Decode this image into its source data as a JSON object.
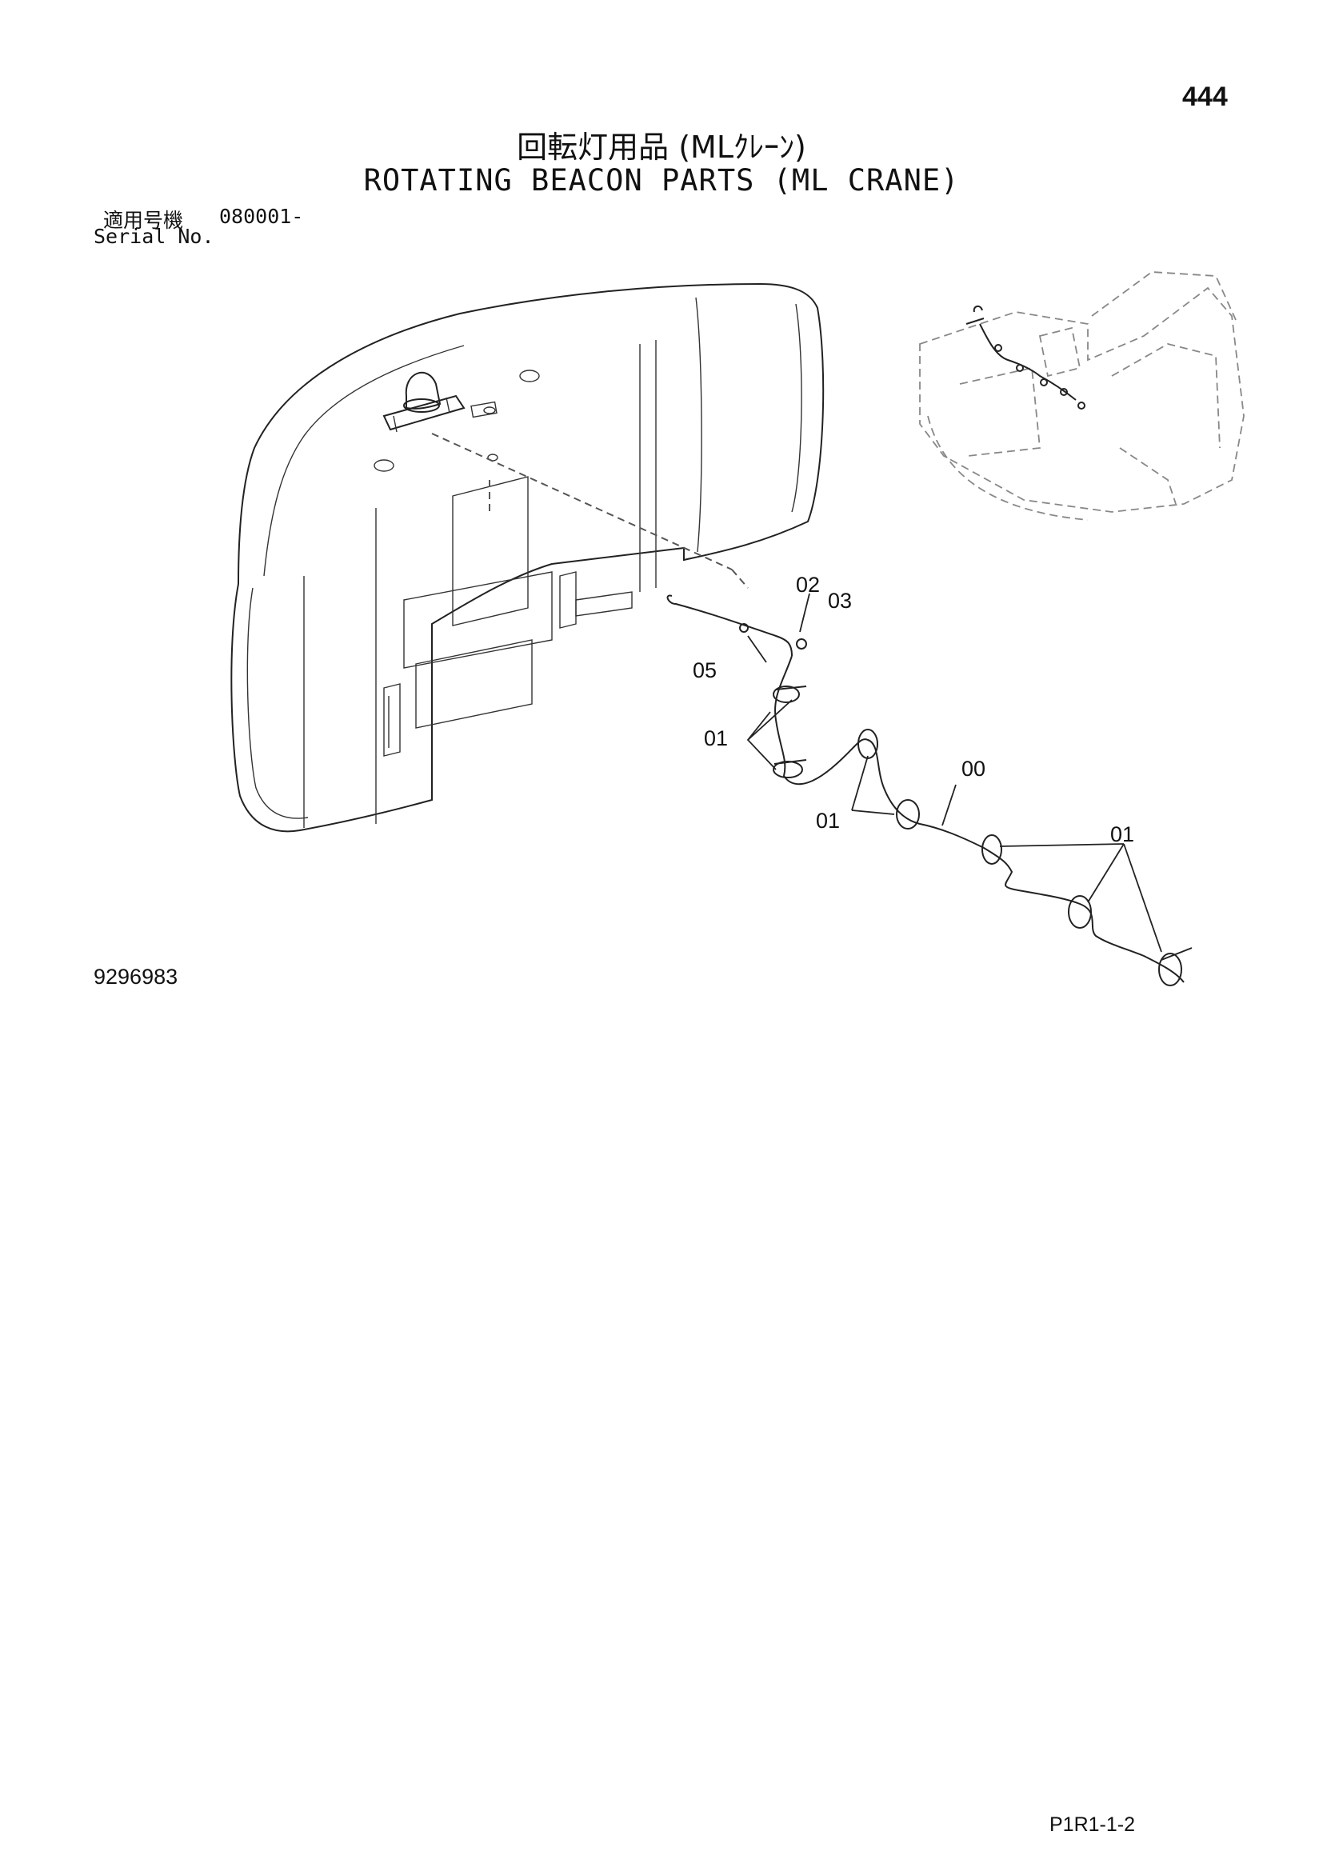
{
  "page_number": "444",
  "title_jp": "回転灯用品 (MLｸﾚｰﾝ)",
  "title_en": "ROTATING BEACON PARTS (ML CRANE)",
  "serial": {
    "label_jp": "適用号機",
    "value": "080001-",
    "label_en": "Serial No."
  },
  "drawing_number": "9296983",
  "sheet_code": "P1R1-1-2",
  "callouts": {
    "c02": "02",
    "c03": "03",
    "c05": "05",
    "c01a": "01",
    "c00": "00",
    "c01b": "01",
    "c01c": "01"
  }
}
